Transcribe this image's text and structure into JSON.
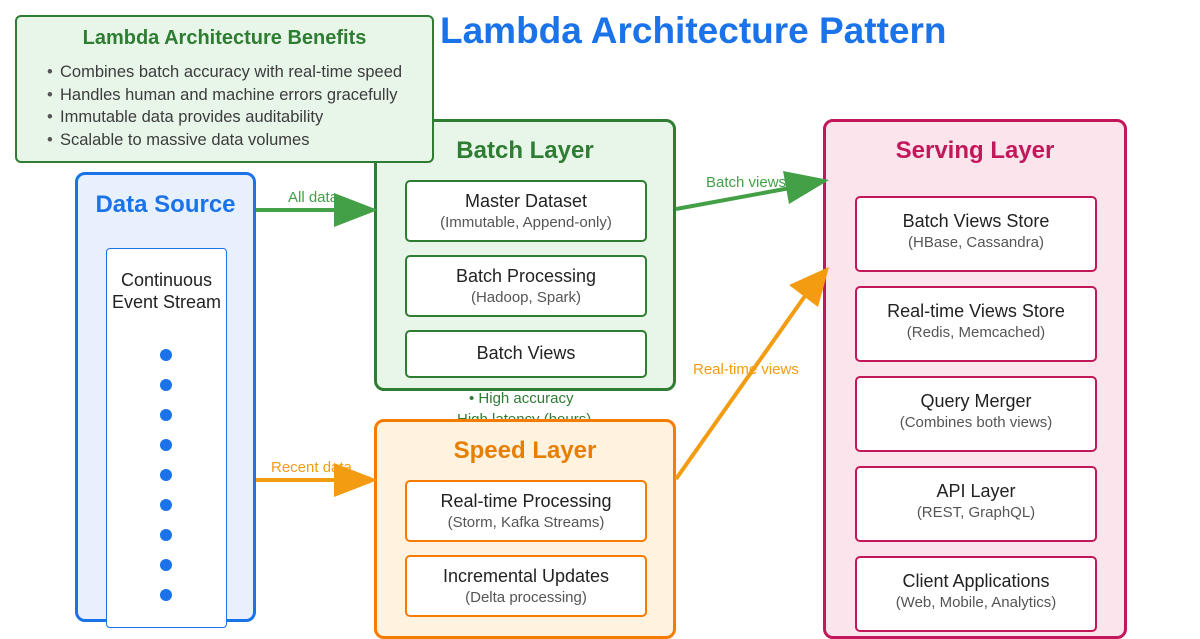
{
  "title": "Lambda Architecture Pattern",
  "benefits": {
    "title": "Lambda Architecture Benefits",
    "items": [
      "Combines batch accuracy with real-time speed",
      "Handles human and machine errors gracefully",
      "Immutable data provides auditability",
      "Scalable to massive data volumes"
    ]
  },
  "source": {
    "title": "Data Source",
    "stream_label": "Continuous Event Stream"
  },
  "batch_layer": {
    "title": "Batch Layer",
    "components": [
      {
        "name": "Master Dataset",
        "detail": "(Immutable, Append-only)"
      },
      {
        "name": "Batch Processing",
        "detail": "(Hadoop, Spark)"
      },
      {
        "name": "Batch Views",
        "detail": ""
      }
    ],
    "notes": [
      "• High accuracy",
      "High latency (hours)"
    ]
  },
  "speed_layer": {
    "title": "Speed Layer",
    "components": [
      {
        "name": "Real-time Processing",
        "detail": "(Storm, Kafka Streams)"
      },
      {
        "name": "Incremental Updates",
        "detail": "(Delta processing)"
      }
    ]
  },
  "serving_layer": {
    "title": "Serving Layer",
    "components": [
      {
        "name": "Batch Views Store",
        "detail": "(HBase, Cassandra)"
      },
      {
        "name": "Real-time Views Store",
        "detail": "(Redis, Memcached)"
      },
      {
        "name": "Query Merger",
        "detail": "(Combines both views)"
      },
      {
        "name": "API Layer",
        "detail": "(REST, GraphQL)"
      },
      {
        "name": "Client Applications",
        "detail": "(Web, Mobile, Analytics)"
      }
    ]
  },
  "edges": {
    "all_data": "All data",
    "recent_data": "Recent data",
    "batch_views": "Batch views",
    "realtime_views": "Real-time views"
  },
  "colors": {
    "batch": "#2e7d32",
    "speed": "#f57c00",
    "serving": "#c2185b",
    "source": "#1a73e8",
    "title": "#1a73e8"
  }
}
